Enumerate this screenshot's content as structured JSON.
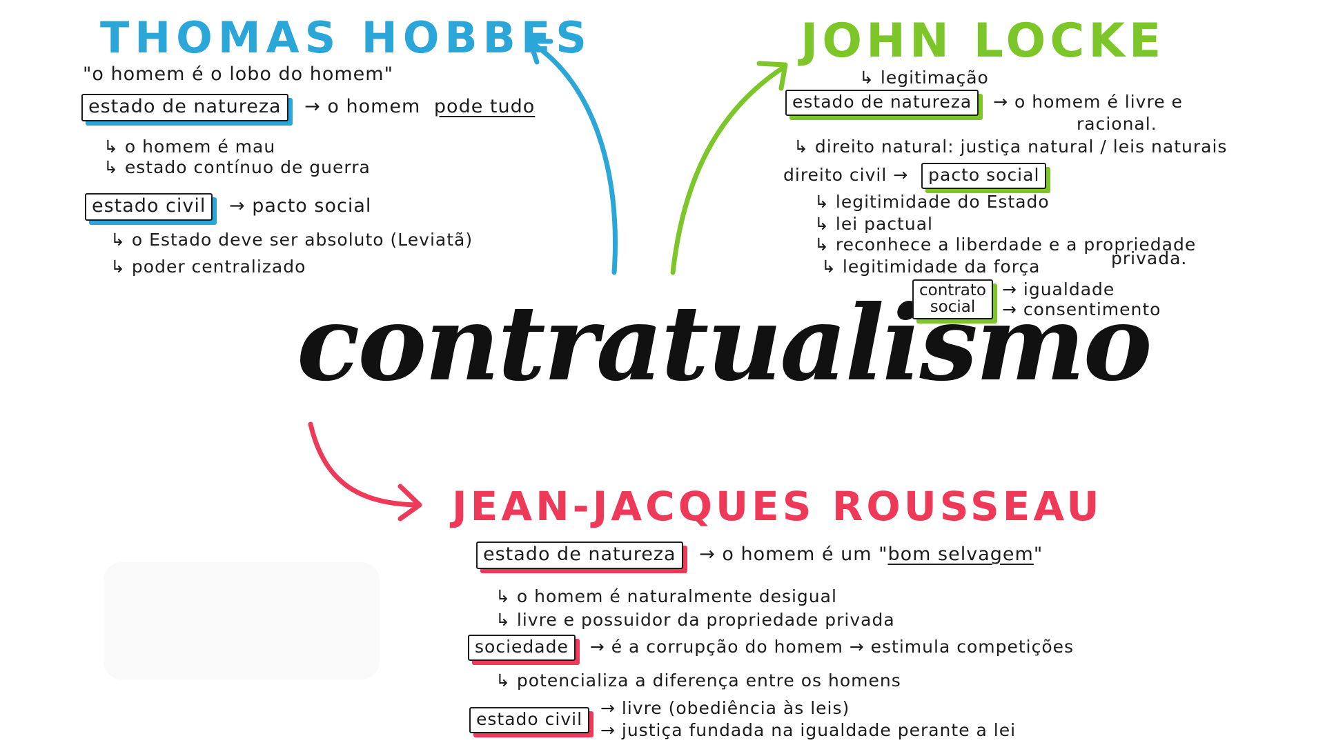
{
  "title": "contratualismo",
  "colors": {
    "hobbes": "#2aa6d9",
    "locke": "#7cc62a",
    "rousseau": "#ee3a58",
    "ink": "#1c1c1c"
  },
  "hobbes": {
    "name": "THOMAS HOBBES",
    "quote": "\"o homem é o lobo do homem\"",
    "natureza_box": "estado de natureza",
    "natureza_arrow": "→ o homem",
    "natureza_link": "pode tudo",
    "natureza_subs": [
      "o homem é mau",
      "estado contínuo de guerra"
    ],
    "civil_box": "estado civil",
    "civil_arrow": "→ pacto social",
    "civil_subs": [
      "o Estado deve ser absoluto (Leviatã)",
      "poder centralizado"
    ]
  },
  "locke": {
    "name": "JOHN LOCKE",
    "legitimacao": "legitimação",
    "natureza_box": "estado de natureza",
    "natureza_arrow": "→ o homem é livre e",
    "natureza_arrow2": "racional.",
    "direito_natural": "direito natural: justiça natural / leis naturais",
    "direito_civil": "direito civil →",
    "pacto_box": "pacto social",
    "pacto_subs": [
      "legitimidade do Estado",
      "lei pactual",
      "reconhece a liberdade e a propriedade",
      "legitimidade da força"
    ],
    "privada": "privada.",
    "contrato_box_1": "contrato",
    "contrato_box_2": "social",
    "contrato_arrows": [
      "→ igualdade",
      "→ consentimento"
    ]
  },
  "rousseau": {
    "name": "JEAN-JACQUES ROUSSEAU",
    "natureza_box": "estado de natureza",
    "natureza_arrow": "→ o homem é um \"",
    "natureza_link": "bom selvagem",
    "natureza_end": "\"",
    "natureza_subs": [
      "o homem é naturalmente desigual",
      "livre e possuidor da propriedade privada"
    ],
    "sociedade_box": "sociedade",
    "sociedade_arrow": "→ é a corrupção do homem → estimula competições",
    "sociedade_sub": "potencializa a diferença entre os homens",
    "civil_box": "estado civil",
    "civil_arrows": [
      "→ livre (obediência às leis)",
      "→ justiça fundada na igualdade perante a lei"
    ]
  }
}
